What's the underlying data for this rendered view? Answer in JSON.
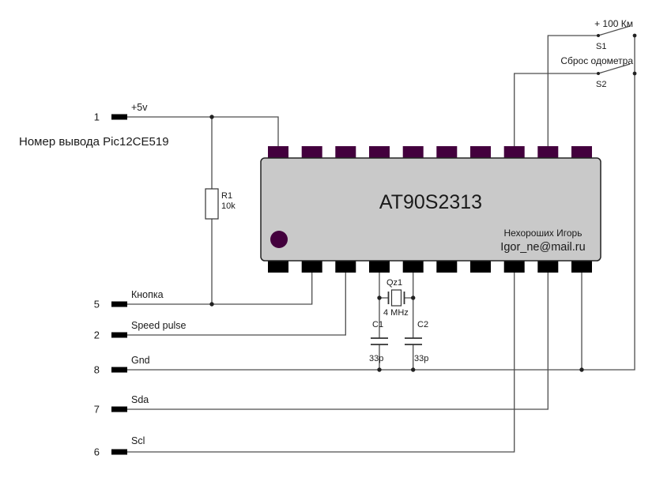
{
  "colors": {
    "pin_top": "#43003d",
    "pin_bottom": "#000000",
    "ic_fill": "#c9c9c9",
    "wire": "#4d4d4d",
    "text": "#1a1a1a"
  },
  "note": "Номер вывода Pic12CE519",
  "ic": {
    "part": "AT90S2313",
    "author": "Нехороших Игорь",
    "email": "Igor_ne@mail.ru"
  },
  "pins": [
    {
      "num": "1",
      "label": "+5v"
    },
    {
      "num": "5",
      "label": "Кнопка"
    },
    {
      "num": "2",
      "label": "Speed pulse"
    },
    {
      "num": "8",
      "label": "Gnd"
    },
    {
      "num": "7",
      "label": "Sda"
    },
    {
      "num": "6",
      "label": "Scl"
    }
  ],
  "resistor": {
    "ref": "R1",
    "value": "10k"
  },
  "crystal": {
    "ref": "Qz1",
    "value": "4 MHz"
  },
  "capacitors": [
    {
      "ref": "C1",
      "value": "33p"
    },
    {
      "ref": "C2",
      "value": "33p"
    }
  ],
  "switches": [
    {
      "ref": "S1",
      "label": "+ 100 Км"
    },
    {
      "ref": "S2",
      "label": "Сброс одометра"
    }
  ]
}
